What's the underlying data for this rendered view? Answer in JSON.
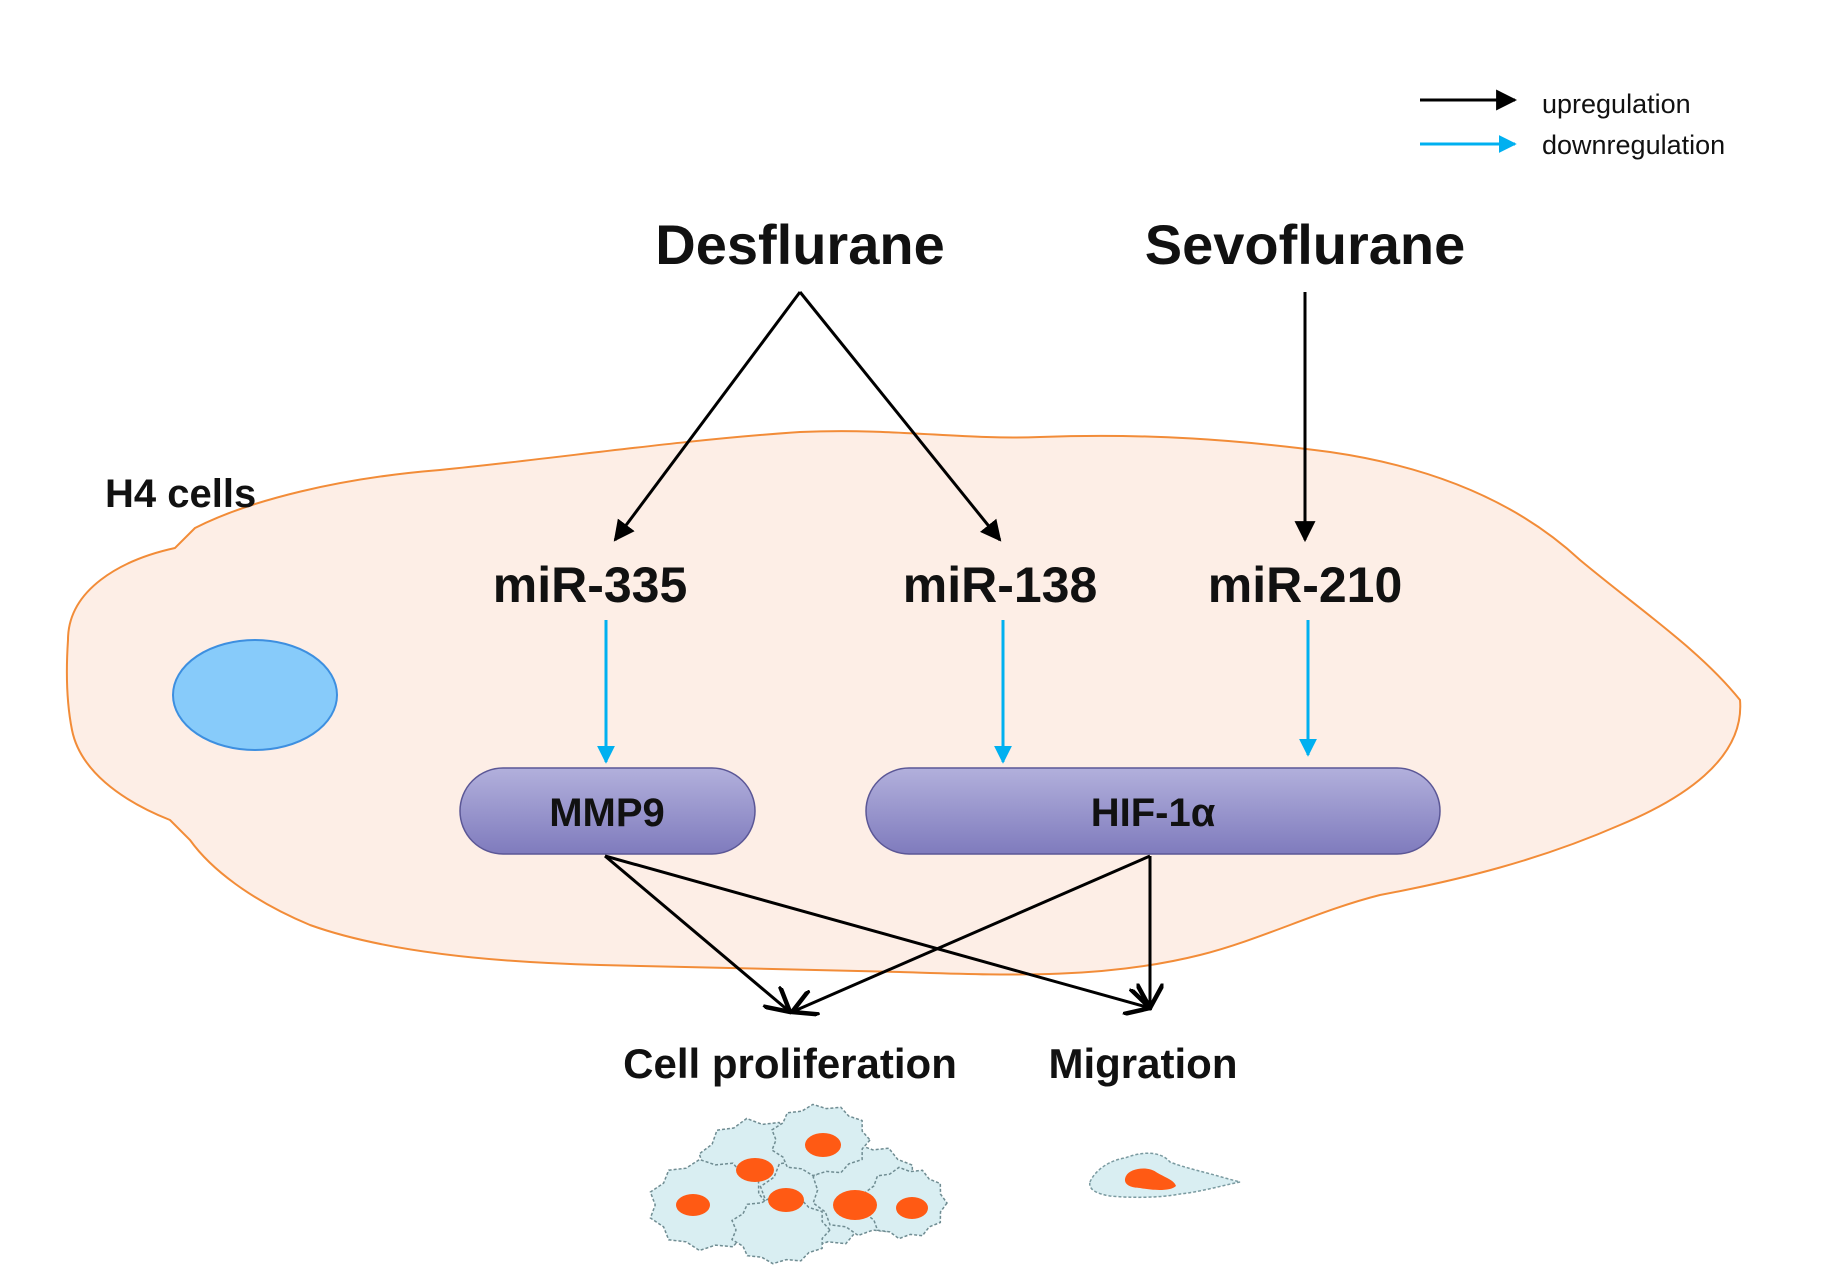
{
  "legend": {
    "upregulation": {
      "label": "upregulation",
      "color": "#000000"
    },
    "downregulation": {
      "label": "downregulation",
      "color": "#00b0f0"
    }
  },
  "drugs": {
    "desflurane": "Desflurane",
    "sevoflurane": "Sevoflurane"
  },
  "cell_label": "H4 cells",
  "mirnas": {
    "mir335": "miR-335",
    "mir138": "miR-138",
    "mir210": "miR-210"
  },
  "targets": {
    "mmp9": "MMP9",
    "hif1a": "HIF-1α"
  },
  "outcomes": {
    "proliferation": "Cell proliferation",
    "migration": "Migration"
  },
  "colors": {
    "cell_fill": "#fdeee6",
    "cell_stroke": "#f28c38",
    "nucleus_fill": "#87cbfa",
    "nucleus_stroke": "#3d8fe0",
    "pill_top": "#b2b0dc",
    "pill_bottom": "#7f7bbd",
    "pill_stroke": "#5b5796",
    "icon_cell_fill": "#d9eef2",
    "icon_nucleus": "#ff5a14"
  }
}
